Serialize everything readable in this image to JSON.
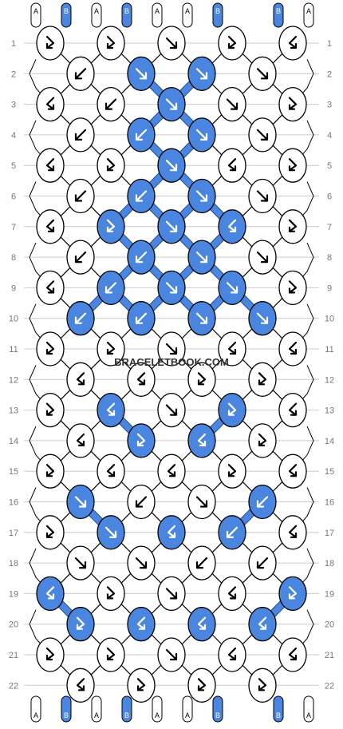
{
  "watermark": "BRACELETBOOK.COM",
  "colors": {
    "A": "#ffffff",
    "B": "#4a86e0",
    "outline": "#000000",
    "row_label": "#777777",
    "grid": "#cccccc"
  },
  "strings_top": [
    "A",
    "B",
    "A",
    "B",
    "A",
    "A",
    "B",
    "B",
    "A"
  ],
  "strings_bottom": [
    "A",
    "B",
    "A",
    "B",
    "A",
    "A",
    "B",
    "B",
    "A"
  ],
  "rows": [
    {
      "label": "1",
      "knots": [
        {
          "c": "A",
          "d": "rl"
        },
        {
          "c": "A",
          "d": "rl"
        },
        {
          "c": "A",
          "d": "dr"
        },
        {
          "c": "A",
          "d": "rl"
        },
        {
          "c": "A",
          "d": "lr"
        }
      ]
    },
    {
      "label": "2",
      "knots": [
        {
          "c": "A",
          "d": "dl"
        },
        {
          "c": "B",
          "d": "dr"
        },
        {
          "c": "B",
          "d": "dr"
        },
        {
          "c": "A",
          "d": "dr"
        }
      ]
    },
    {
      "label": "3",
      "knots": [
        {
          "c": "A",
          "d": "lr"
        },
        {
          "c": "A",
          "d": "dl"
        },
        {
          "c": "B",
          "d": "dr"
        },
        {
          "c": "A",
          "d": "dr"
        },
        {
          "c": "A",
          "d": "rl"
        }
      ]
    },
    {
      "label": "4",
      "knots": [
        {
          "c": "A",
          "d": "dl"
        },
        {
          "c": "B",
          "d": "dl"
        },
        {
          "c": "B",
          "d": "dr"
        },
        {
          "c": "A",
          "d": "dr"
        }
      ]
    },
    {
      "label": "5",
      "knots": [
        {
          "c": "A",
          "d": "lr"
        },
        {
          "c": "A",
          "d": "rl"
        },
        {
          "c": "B",
          "d": "dr"
        },
        {
          "c": "A",
          "d": "lr"
        },
        {
          "c": "A",
          "d": "rl"
        }
      ]
    },
    {
      "label": "6",
      "knots": [
        {
          "c": "A",
          "d": "dl"
        },
        {
          "c": "B",
          "d": "dl"
        },
        {
          "c": "B",
          "d": "dr"
        },
        {
          "c": "A",
          "d": "dr"
        }
      ]
    },
    {
      "label": "7",
      "knots": [
        {
          "c": "A",
          "d": "lr"
        },
        {
          "c": "B",
          "d": "rl"
        },
        {
          "c": "B",
          "d": "dr"
        },
        {
          "c": "B",
          "d": "lr"
        },
        {
          "c": "A",
          "d": "rl"
        }
      ]
    },
    {
      "label": "8",
      "knots": [
        {
          "c": "A",
          "d": "dl"
        },
        {
          "c": "B",
          "d": "dl"
        },
        {
          "c": "B",
          "d": "dr"
        },
        {
          "c": "A",
          "d": "dr"
        }
      ]
    },
    {
      "label": "9",
      "knots": [
        {
          "c": "A",
          "d": "lr"
        },
        {
          "c": "B",
          "d": "dl"
        },
        {
          "c": "B",
          "d": "dr"
        },
        {
          "c": "B",
          "d": "dr"
        },
        {
          "c": "A",
          "d": "rl"
        }
      ]
    },
    {
      "label": "10",
      "knots": [
        {
          "c": "B",
          "d": "dl"
        },
        {
          "c": "B",
          "d": "dl"
        },
        {
          "c": "B",
          "d": "dr"
        },
        {
          "c": "B",
          "d": "dr"
        }
      ]
    },
    {
      "label": "11",
      "knots": [
        {
          "c": "A",
          "d": "rl"
        },
        {
          "c": "A",
          "d": "rl"
        },
        {
          "c": "A",
          "d": "dr"
        },
        {
          "c": "A",
          "d": "lr"
        },
        {
          "c": "A",
          "d": "lr"
        }
      ]
    },
    {
      "label": "12",
      "knots": [
        {
          "c": "A",
          "d": "lr"
        },
        {
          "c": "A",
          "d": "lr"
        },
        {
          "c": "A",
          "d": "rl"
        },
        {
          "c": "A",
          "d": "rl"
        }
      ]
    },
    {
      "label": "13",
      "knots": [
        {
          "c": "A",
          "d": "rl"
        },
        {
          "c": "B",
          "d": "lr"
        },
        {
          "c": "A",
          "d": "dr"
        },
        {
          "c": "B",
          "d": "rl"
        },
        {
          "c": "A",
          "d": "lr"
        }
      ]
    },
    {
      "label": "14",
      "knots": [
        {
          "c": "A",
          "d": "lr"
        },
        {
          "c": "B",
          "d": "rl"
        },
        {
          "c": "B",
          "d": "lr"
        },
        {
          "c": "A",
          "d": "rl"
        }
      ]
    },
    {
      "label": "15",
      "knots": [
        {
          "c": "A",
          "d": "rl"
        },
        {
          "c": "A",
          "d": "lr"
        },
        {
          "c": "A",
          "d": "lr"
        },
        {
          "c": "A",
          "d": "rl"
        },
        {
          "c": "A",
          "d": "lr"
        }
      ]
    },
    {
      "label": "16",
      "knots": [
        {
          "c": "B",
          "d": "dr"
        },
        {
          "c": "A",
          "d": "dl"
        },
        {
          "c": "A",
          "d": "dr"
        },
        {
          "c": "B",
          "d": "dl"
        }
      ]
    },
    {
      "label": "17",
      "knots": [
        {
          "c": "A",
          "d": "rl"
        },
        {
          "c": "B",
          "d": "dr"
        },
        {
          "c": "B",
          "d": "lr"
        },
        {
          "c": "B",
          "d": "dl"
        },
        {
          "c": "A",
          "d": "lr"
        }
      ]
    },
    {
      "label": "18",
      "knots": [
        {
          "c": "A",
          "d": "dr"
        },
        {
          "c": "A",
          "d": "dr"
        },
        {
          "c": "A",
          "d": "dl"
        },
        {
          "c": "A",
          "d": "dl"
        }
      ]
    },
    {
      "label": "19",
      "knots": [
        {
          "c": "B",
          "d": "lr"
        },
        {
          "c": "A",
          "d": "rl"
        },
        {
          "c": "A",
          "d": "dr"
        },
        {
          "c": "A",
          "d": "lr"
        },
        {
          "c": "B",
          "d": "rl"
        }
      ]
    },
    {
      "label": "20",
      "knots": [
        {
          "c": "B",
          "d": "rl"
        },
        {
          "c": "B",
          "d": "lr"
        },
        {
          "c": "B",
          "d": "lr"
        },
        {
          "c": "B",
          "d": "lr"
        }
      ]
    },
    {
      "label": "21",
      "knots": [
        {
          "c": "A",
          "d": "rl"
        },
        {
          "c": "A",
          "d": "rl"
        },
        {
          "c": "A",
          "d": "dr"
        },
        {
          "c": "A",
          "d": "lr"
        },
        {
          "c": "A",
          "d": "lr"
        }
      ]
    },
    {
      "label": "22",
      "knots": [
        {
          "c": "A",
          "d": "lr"
        },
        {
          "c": "A",
          "d": "rl"
        },
        {
          "c": "A",
          "d": "rl"
        },
        {
          "c": "A",
          "d": "rl"
        }
      ]
    }
  ]
}
